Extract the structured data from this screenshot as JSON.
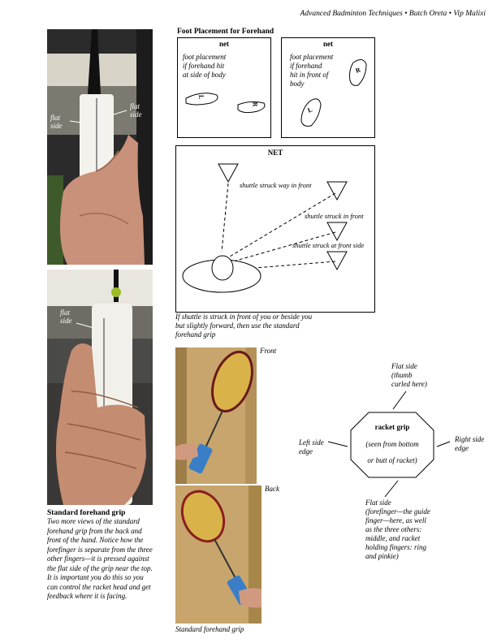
{
  "header": {
    "text": "Advanced Badminton Techniques • Butch Oreta • Vip Malixi"
  },
  "photo_top": {
    "label_left": "flat\nside",
    "label_right": "flat\nside"
  },
  "photo_bottom": {
    "label": "flat\nside"
  },
  "left_caption": {
    "title": "Standard forehand grip",
    "body": "Two more views of the standard forehand grip from the back and front of the hand. Notice how the forefinger is separate from the three other fingers—it is pressed against the flat side of the grip near the top. It is important you do this so you can control the racket head and get feedback where it is facing."
  },
  "foot_placement": {
    "title": "Foot Placement for Forehand",
    "box_left": {
      "net": "net",
      "text": "foot placement\nif forehand hit\nat side of body",
      "foot_l": "L",
      "foot_r": "R"
    },
    "box_right": {
      "net": "net",
      "text": "foot placement\nif forehand\nhit in front of\nbody",
      "foot_l": "L",
      "foot_r": "R"
    }
  },
  "shuttle_diagram": {
    "net": "NET",
    "label_1": "shuttle struck way in front",
    "label_2": "shuttle struck in front",
    "label_3": "shuttle struck at front side",
    "caption": "If shuttle is struck in front of you or beside you but slightly forward, then use the standard forehand grip"
  },
  "racket_photos": {
    "front_label": "Front",
    "back_label": "Back",
    "caption": "Standard forehand grip"
  },
  "grip_diagram": {
    "center_title": "racket grip",
    "center_sub": "(seen from bottom\n\nor butt of racket)",
    "top_label": "Flat side\n(thumb\ncurled here)",
    "left_label": "Left side\nedge",
    "right_label": "Right side\nedge",
    "bottom_label": "Flat side\n(forefinger—the guide\nfinger—here, as well\nas the three others:\nmiddle, and racket\nholding fingers: ring\nand pinkie)"
  }
}
